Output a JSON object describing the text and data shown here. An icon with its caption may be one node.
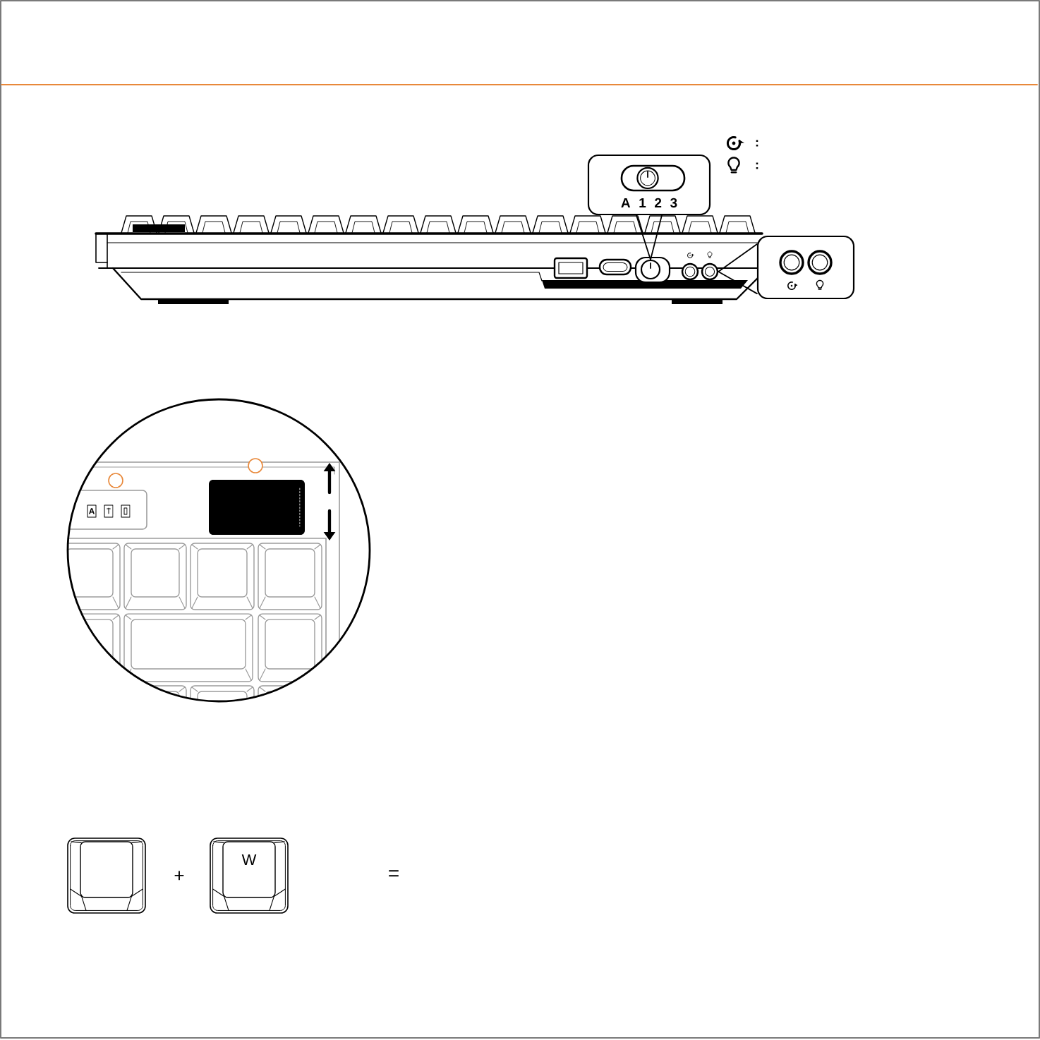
{
  "diagram": {
    "nodes": [
      {
        "text": [
          "A 1 2 3"
        ]
      },
      {
        "text": [],
        "shape": "circle"
      },
      {
        "text": [],
        "shape": "box"
      },
      {
        "text": [],
        "shape": "circle"
      },
      {
        "text": [],
        "shape": "box"
      },
      {
        "text": [
          "W"
        ]
      }
    ],
    "edges": [
      {
        "from": 0,
        "to": 1,
        "arrow": "none"
      },
      {
        "from": 2,
        "to": 3,
        "arrow": "none"
      }
    ],
    "labels": [
      ":",
      ":",
      "A",
      "+",
      "="
    ]
  }
}
